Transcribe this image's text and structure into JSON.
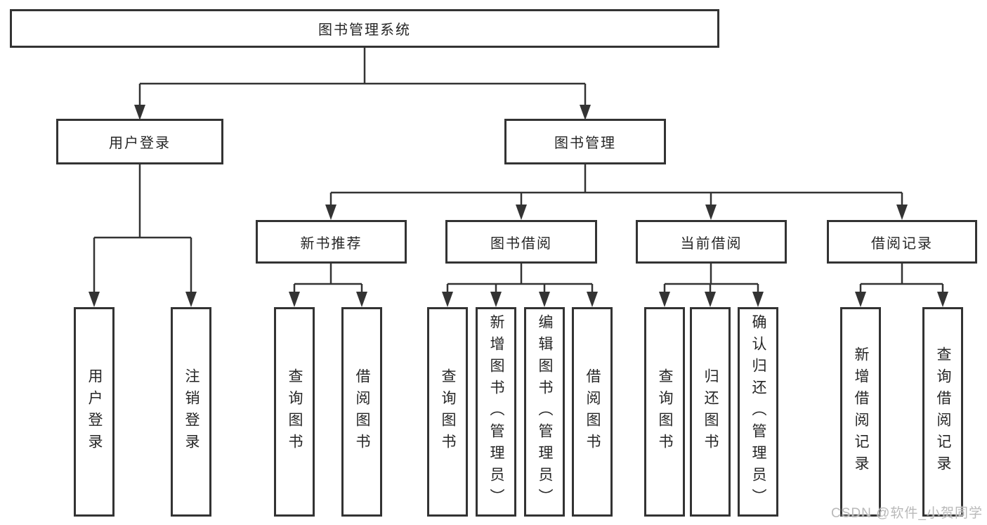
{
  "diagram": {
    "root": "图书管理系统",
    "level2": {
      "user_login": "用户登录",
      "book_mgmt": "图书管理"
    },
    "level3": {
      "new_books": "新书推荐",
      "book_borrow": "图书借阅",
      "current_borrow": "当前借阅",
      "borrow_records": "借阅记录"
    },
    "leaves": {
      "ul_login": "用户登录",
      "ul_logout": "注销登录",
      "nb_query": "查询图书",
      "nb_borrow": "借阅图书",
      "bb_query": "查询图书",
      "bb_add": "新增图书（管理员）",
      "bb_edit": "编辑图书（管理员）",
      "bb_borrow": "借阅图书",
      "cb_query": "查询图书",
      "cb_return": "归还图书",
      "cb_confirm": "确认归还（管理员）",
      "br_add": "新增借阅记录",
      "br_query": "查询借阅记录"
    }
  },
  "watermark": {
    "text": "CSDN @软件_小贺同学"
  },
  "colors": {
    "line": "#333333",
    "box_border": "#333333",
    "text": "#262626",
    "watermark": "#b9b9b9",
    "background": "#ffffff"
  }
}
